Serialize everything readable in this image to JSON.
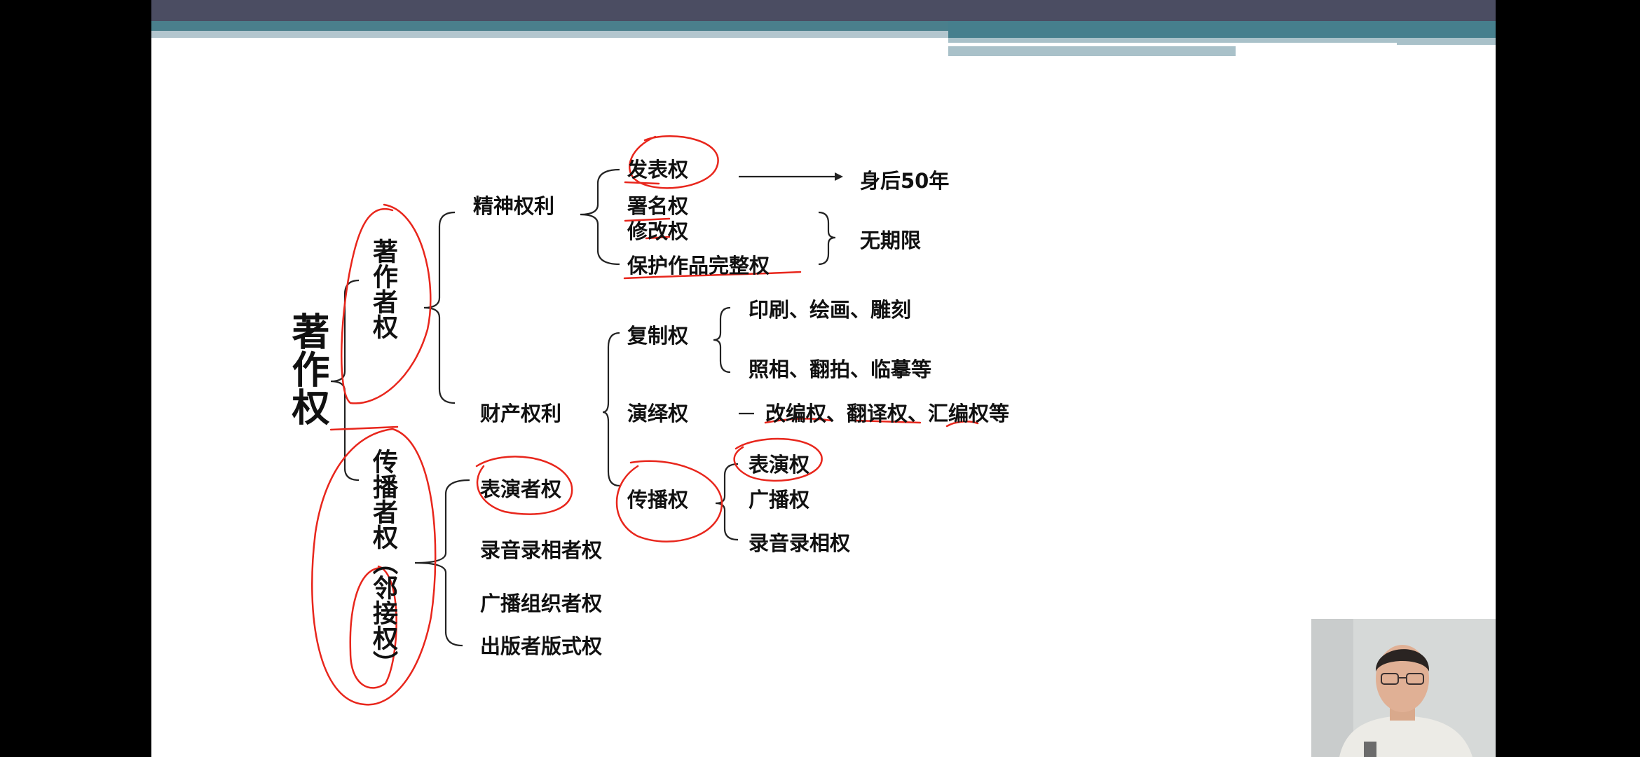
{
  "slide": {
    "root": "著作权",
    "author_rights": {
      "label": "著作者权",
      "moral_rights": {
        "label": "精神权利",
        "items": [
          "发表权",
          "署名权",
          "修改权",
          "保护作品完整权"
        ],
        "publication_term": "身后50年",
        "other_term": "无期限"
      },
      "property_rights": {
        "label": "财产权利",
        "reproduction": {
          "label": "复制权",
          "examples": [
            "印刷、绘画、雕刻",
            "照相、翻拍、临摹等"
          ]
        },
        "derivation": {
          "label": "演绎权",
          "examples": "改编权、翻译权、汇编权等"
        },
        "dissemination": {
          "label": "传播权",
          "items": [
            "表演权",
            "广播权",
            "录音录相权"
          ]
        }
      }
    },
    "neighboring_rights": {
      "label": "传播者权（邻接权）",
      "items": [
        "表演者权",
        "录音录相者权",
        "广播组织者权",
        "出版者版式权"
      ]
    }
  },
  "colors": {
    "annotation": "#e8261c",
    "header_dark": "#4b4d62",
    "header_teal": "#4a7f8c"
  }
}
